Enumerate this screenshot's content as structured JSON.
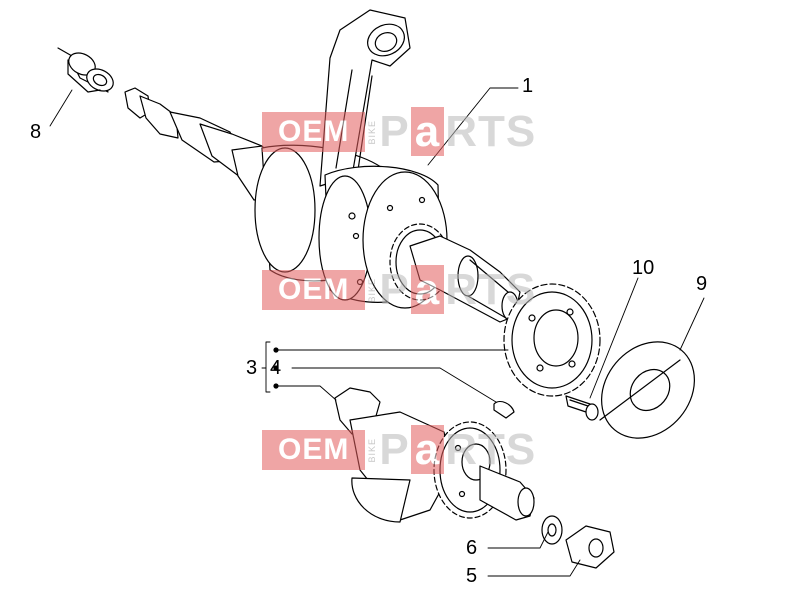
{
  "callouts": [
    "1",
    "3",
    "4",
    "5",
    "6",
    "8",
    "9",
    "10"
  ],
  "watermark": {
    "oem": "OEM",
    "bike": "BIKE",
    "p": "P",
    "a": "a",
    "rts": "RTS"
  },
  "colors": {
    "line": "#000000",
    "watermark_red": "#e35d5d",
    "watermark_grey": "#b9b9b9"
  }
}
